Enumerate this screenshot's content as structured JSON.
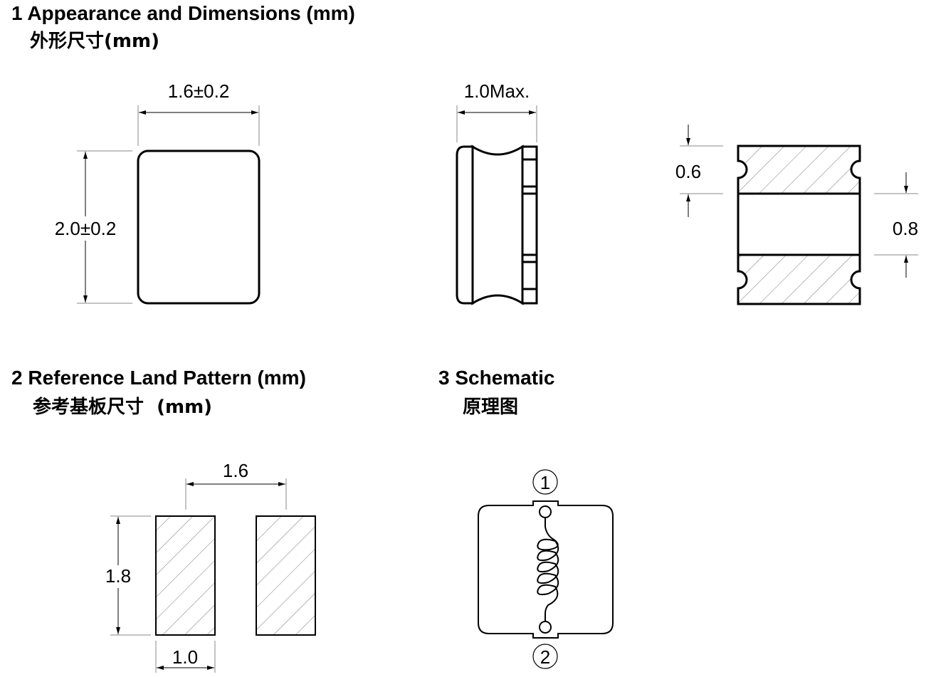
{
  "section1": {
    "title": "1 Appearance and Dimensions (mm)",
    "subtitle": "外形尺寸(mm)",
    "front_width": "1.6±0.2",
    "front_height": "2.0±0.2",
    "side_thickness": "1.0Max.",
    "terminal_height": "0.6",
    "body_gap": "0.8"
  },
  "section2": {
    "title": "2 Reference Land Pattern (mm)",
    "subtitle": "参考基板尺寸  (mm)",
    "pitch": "1.6",
    "pad_height": "1.8",
    "pad_width": "1.0"
  },
  "section3": {
    "title": "3 Schematic",
    "subtitle": "原理图",
    "pin1": "1",
    "pin2": "2"
  }
}
